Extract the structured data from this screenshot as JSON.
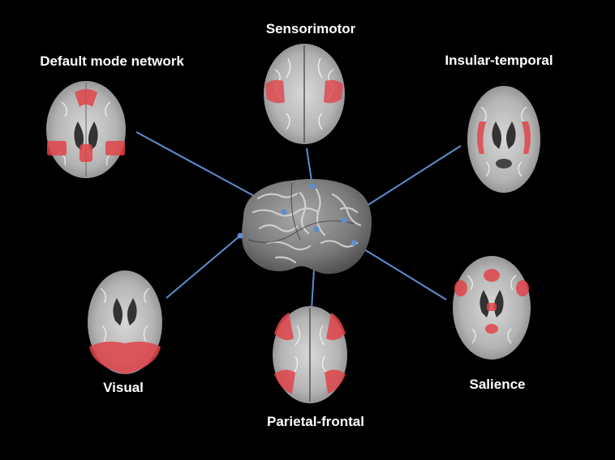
{
  "labels": {
    "sensorimotor": "Sensorimotor",
    "default_mode": "Default mode network",
    "insular_temporal": "Insular-temporal",
    "visual": "Visual",
    "salience": "Salience",
    "parietal_frontal": "Parietal-frontal"
  },
  "colors": {
    "background": "#000000",
    "connector": "#5b8fd0",
    "activation": "#e0444a",
    "brain_gray": "#bdbdbd",
    "text": "#ffffff"
  }
}
